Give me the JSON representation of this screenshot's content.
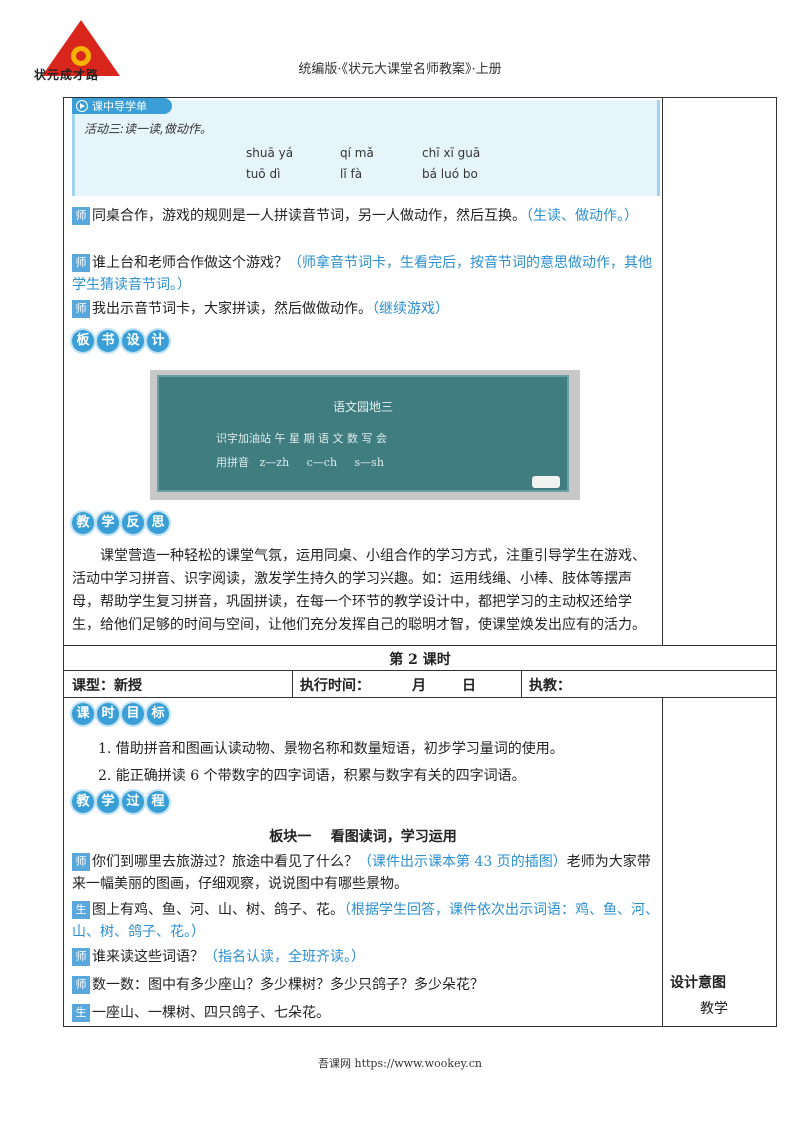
{
  "header": {
    "logo_text": "状元成才路",
    "title": "统编版·《状元大课堂名师教案》·上册"
  },
  "guide": {
    "label": "课中导学单",
    "activity": "活动三:读一读,做动作。",
    "pinyin_row1": [
      "shuā yá",
      "qí mǎ",
      "chī xī guā"
    ],
    "pinyin_row2": [
      "tuō dì",
      "lǐ fà",
      "bá luó bo"
    ]
  },
  "tags": {
    "teacher": "师",
    "student": "生"
  },
  "paras1": [
    {
      "text": "同桌合作，游戏的规则是一人拼读音节词，另一人做动作，然后互换。",
      "note": "（生读、做动作。）"
    },
    {
      "text": "谁上台和老师合作做这个游戏？",
      "note": "（师拿音节词卡，生看完后，按音节词的意思做动作，其他学生猜读音节词。）"
    },
    {
      "text": "我出示音节词卡，大家拼读，然后做做动作。",
      "note": "（继续游戏）"
    }
  ],
  "sections": {
    "board_design": [
      "板",
      "书",
      "设",
      "计"
    ],
    "reflection": [
      "教",
      "学",
      "反",
      "思"
    ],
    "goals": [
      "课",
      "时",
      "目",
      "标"
    ],
    "process": [
      "教",
      "学",
      "过",
      "程"
    ]
  },
  "board": {
    "title": "语文园地三",
    "line1": "识字加油站  午  星  期  语  文  数  写  会",
    "line2": "用拼音   z—zh     c—ch     s—sh"
  },
  "reflection_text": "课堂营造一种轻松的课堂气氛，运用同桌、小组合作的学习方式，注重引导学生在游戏、活动中学习拼音、识字阅读，激发学生持久的学习兴趣。如：运用线绳、小棒、肢体等摆声母，帮助学生复习拼音，巩固拼读，在每一个环节的教学设计中，都把学习的主动权还给学生，给他们足够的时间与空间，让他们充分发挥自己的聪明才智，使课堂焕发出应有的活力。",
  "lesson2": {
    "title": "第 2 课时",
    "type_label": "课型：新授",
    "time_label": "执行时间：",
    "month": "月",
    "day": "日",
    "teacher_label": "执教："
  },
  "goals": [
    "1. 借助拼音和图画认读动物、景物名称和数量短语，初步学习量词的使用。",
    "2. 能正确拼读 6 个带数字的四字词语，积累与数字有关的四字词语。"
  ],
  "block1_title": "板块一    看图读词，学习运用",
  "paras2": [
    {
      "tag": "师",
      "text": "你们到哪里去旅游过？旅途中看见了什么？",
      "note": "（课件出示课本第 43 页的插图）",
      "tail": "老师为大家带来一幅美丽的图画，仔细观察，说说图中有哪些景物。"
    },
    {
      "tag": "生",
      "text": "图上有鸡、鱼、河、山、树、鸽子、花。",
      "note": "（根据学生回答，课件依次出示词语：鸡、鱼、河、山、树、鸽子、花。）",
      "tail": ""
    },
    {
      "tag": "师",
      "text": "谁来读这些词语？",
      "note": "（指名认读，全班齐读。）",
      "tail": ""
    },
    {
      "tag": "师",
      "text": "数一数：图中有多少座山？多少棵树？多少只鸽子？多少朵花？",
      "note": "",
      "tail": ""
    },
    {
      "tag": "生",
      "text": "一座山、一棵树、四只鸽子、七朵花。",
      "note": "",
      "tail": ""
    }
  ],
  "side": {
    "title": "设计意图",
    "text": "教学"
  },
  "footer": "吾课网 https://www.wookey.cn"
}
